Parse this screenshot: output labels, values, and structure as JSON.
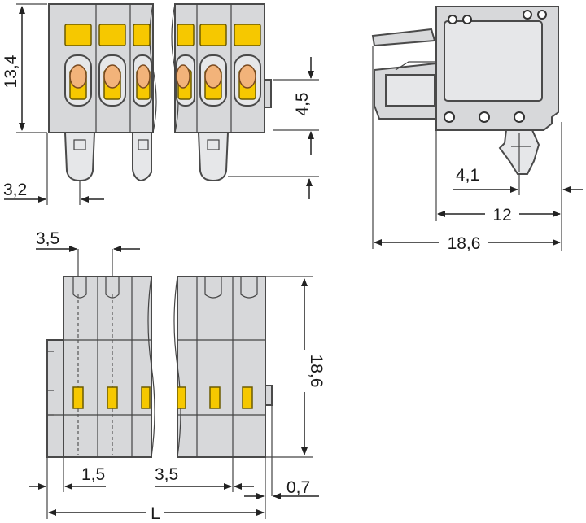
{
  "dimensions": {
    "top_height": "13,4",
    "top_lever": "4,5",
    "top_offset": "3,2",
    "side_pin": "4,1",
    "side_depth": "12",
    "side_total": "18,6",
    "front_pitch": "3,5",
    "front_height": "18,6",
    "front_first": "1,5",
    "front_pitch_bottom": "3,5",
    "front_edge": "0,7",
    "front_length": "L"
  },
  "colors": {
    "housing": "#d7d8da",
    "actuator": "#f6c800",
    "clamp": "#f2b37a",
    "outline": "#4a4a4a"
  }
}
